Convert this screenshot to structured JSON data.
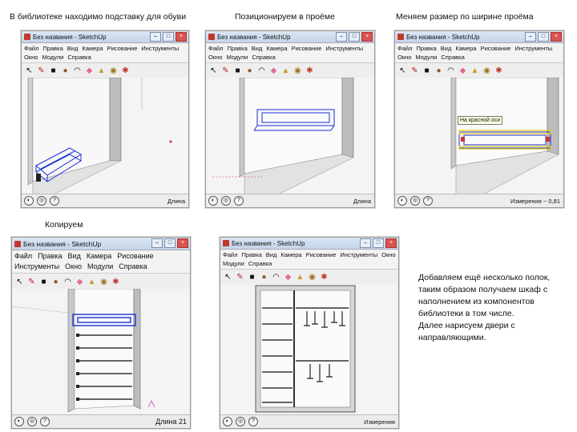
{
  "captions": {
    "c1": "В библиотеке находимо подставку для обуви",
    "c2": "Позиционируем в проёме",
    "c3": "Меняем размер по ширине проёма",
    "c4": "Копируем"
  },
  "note": [
    "Добавляем ещё несколько полок, таким образом получаем шкаф с наполнением из компонентов библиотеки в том числе.",
    "Далее нарисуем двери с направляющими."
  ],
  "window": {
    "title": "Без названия - SketchUp",
    "menu_large": [
      "Файл",
      "Правка",
      "Вид",
      "Камера",
      "Рисование",
      "Инструменты",
      "Окно",
      "Модули",
      "Справка"
    ]
  },
  "icons": [
    "select-icon",
    "pencil-icon",
    "rectangle-icon",
    "circle-icon",
    "arc-icon",
    "eraser-icon",
    "paint-bucket-icon",
    "tape-measure-icon",
    "orbit-icon"
  ],
  "colors": {
    "selection": "#1a2fd6",
    "highlight": "#e6d200",
    "title_bar": "#c4d4e8"
  },
  "screens": [
    {
      "id": "w1",
      "measure_label": "Длина"
    },
    {
      "id": "w2",
      "measure_label": "Длина"
    },
    {
      "id": "w3",
      "measure_label": "Измерения",
      "measure_value": "~ 0,81",
      "tooltip": "На красной оси"
    },
    {
      "id": "w4",
      "measure_label": "Длина",
      "measure_value": "21"
    },
    {
      "id": "w5",
      "measure_label": "Измерения"
    }
  ]
}
